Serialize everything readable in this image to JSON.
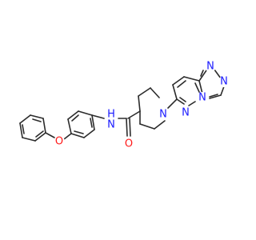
{
  "molecule": {
    "colors": {
      "bond": "#2b2b2b",
      "carbon": "#2b2b2b",
      "nitrogen": "#1a1aff",
      "oxygen": "#ff1a1a",
      "background": "#ffffff"
    },
    "atom_labels": {
      "ether_oxygen": "O",
      "carbonyl_oxygen": "O",
      "amide_nitrogen": "N",
      "amide_hydrogen": "H",
      "piperidine_nitrogen": "N",
      "pyridazine_n1": "N",
      "pyridazine_n2": "N",
      "triazole_n1": "N",
      "triazole_n2": "N"
    }
  }
}
